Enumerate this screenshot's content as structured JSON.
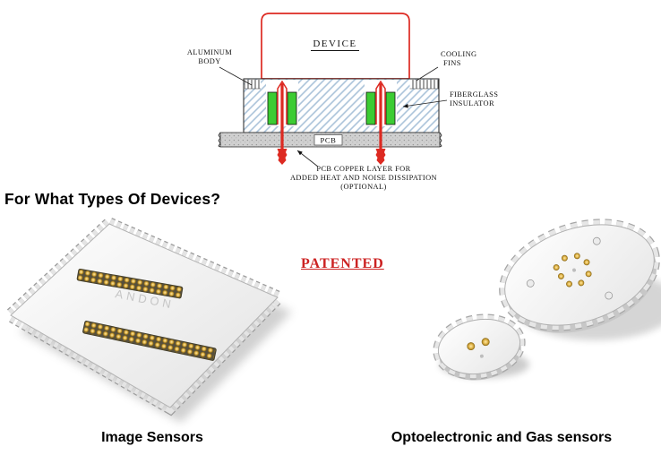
{
  "window": {
    "background": "#ffffff"
  },
  "diagram": {
    "device_label": "DEVICE",
    "aluminum_body": {
      "line1": "ALUMINUM",
      "line2": "BODY"
    },
    "cooling_fins": {
      "line1": "COOLING",
      "line2": "FINS"
    },
    "fiberglass_insulator": {
      "line1": "FIBERGLASS",
      "line2": "INSULATOR"
    },
    "pcb_label": "PCB",
    "copper_note": {
      "line1": "PCB COPPER LAYER FOR",
      "line2": "ADDED HEAT AND NOISE DISSIPATION",
      "line3": "(OPTIONAL)"
    },
    "colors": {
      "outline_red": "#dd2a22",
      "insulator_green": "#3ccc33",
      "hatch_blue": "#a9c2d9",
      "pcb_gray": "#d0d0d0"
    }
  },
  "content": {
    "heading": "For What Types Of Devices?",
    "patented_stamp": "PATENTED"
  },
  "illustrations": {
    "image_sensor_chip": {
      "brand": "ANDON",
      "caption": "Image Sensors"
    },
    "opto_gas_sensors": {
      "caption": "Optoelectronic and Gas sensors"
    }
  }
}
